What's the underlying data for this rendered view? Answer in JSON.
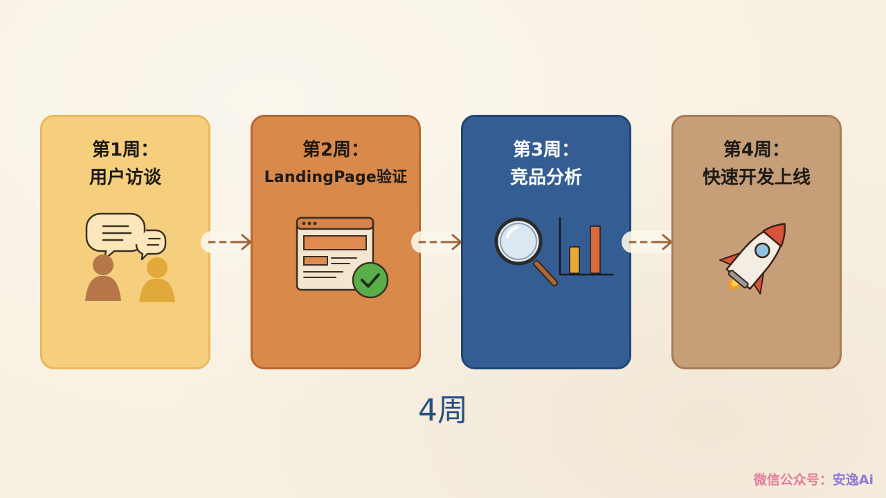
{
  "steps": [
    {
      "title": "第1周：",
      "subtitle": "用户访谈",
      "icon": "conversation-icon",
      "color": "#f6cf7e"
    },
    {
      "title": "第2周：",
      "subtitle": "LandingPage验证",
      "icon": "webpage-check-icon",
      "color": "#d98a4a"
    },
    {
      "title": "第3周：",
      "subtitle": "竞品分析",
      "icon": "magnifier-chart-icon",
      "color": "#335d93"
    },
    {
      "title": "第4周：",
      "subtitle": "快速开发上线",
      "icon": "rocket-icon",
      "color": "#c69e78"
    }
  ],
  "connectors": [
    "arrow-right-icon",
    "arrow-right-icon",
    "arrow-right-icon"
  ],
  "total": "4周",
  "watermark": {
    "label": "微信公众号",
    "separator": "：",
    "name": "安逸Ai"
  }
}
